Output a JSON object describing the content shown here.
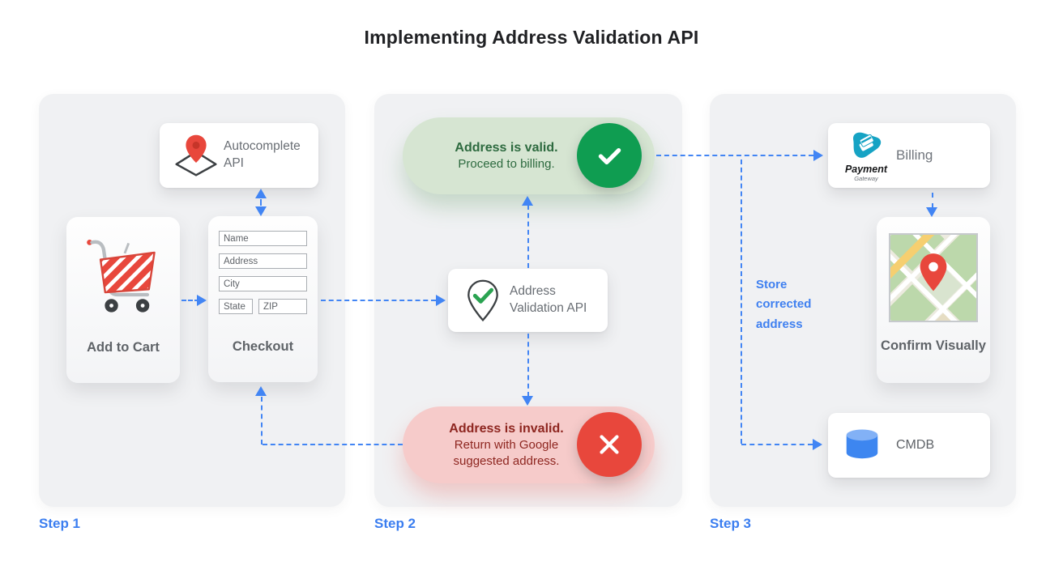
{
  "title": "Implementing Address Validation API",
  "colors": {
    "accent_blue": "#4285f4",
    "green_circle": "#0f9d51",
    "green_pill_bg": "#d6e5d2",
    "green_text": "#2d6a3f",
    "red_circle": "#e8473c",
    "red_pill_bg": "#f6cbca",
    "red_text": "#8e2620",
    "panel_bg": "#f0f1f3",
    "card_text": "#5f6368"
  },
  "steps": [
    {
      "label": "Step 1"
    },
    {
      "label": "Step 2"
    },
    {
      "label": "Step 3"
    }
  ],
  "step1": {
    "autocomplete_card": {
      "label": "Autocomplete API"
    },
    "add_to_cart_card": {
      "label": "Add to Cart"
    },
    "checkout_card": {
      "label": "Checkout",
      "fields": [
        "Name",
        "Address",
        "City",
        "State",
        "ZIP"
      ]
    }
  },
  "step2": {
    "valid_pill": {
      "title": "Address is valid.",
      "subtitle": "Proceed to billing."
    },
    "validation_card": {
      "label": "Address Validation API"
    },
    "invalid_pill": {
      "title": "Address is invalid.",
      "subtitle": "Return with Google suggested address."
    }
  },
  "step3": {
    "billing_card": {
      "label": "Billing",
      "logo_title": "Payment",
      "logo_subtitle": "Gateway"
    },
    "confirm_card": {
      "label": "Confirm Visually"
    },
    "cmdb_card": {
      "label": "CMDB"
    },
    "store_note": "Store corrected address"
  },
  "icons": {
    "cart": "shopping-cart-icon",
    "autocomplete": "diamond-map-pin-icon",
    "validation": "pin-check-icon",
    "valid": "check-circle-icon",
    "invalid": "x-circle-icon",
    "billing": "payment-gateway-logo",
    "confirm": "map-thumbnail",
    "cmdb": "database-icon"
  }
}
